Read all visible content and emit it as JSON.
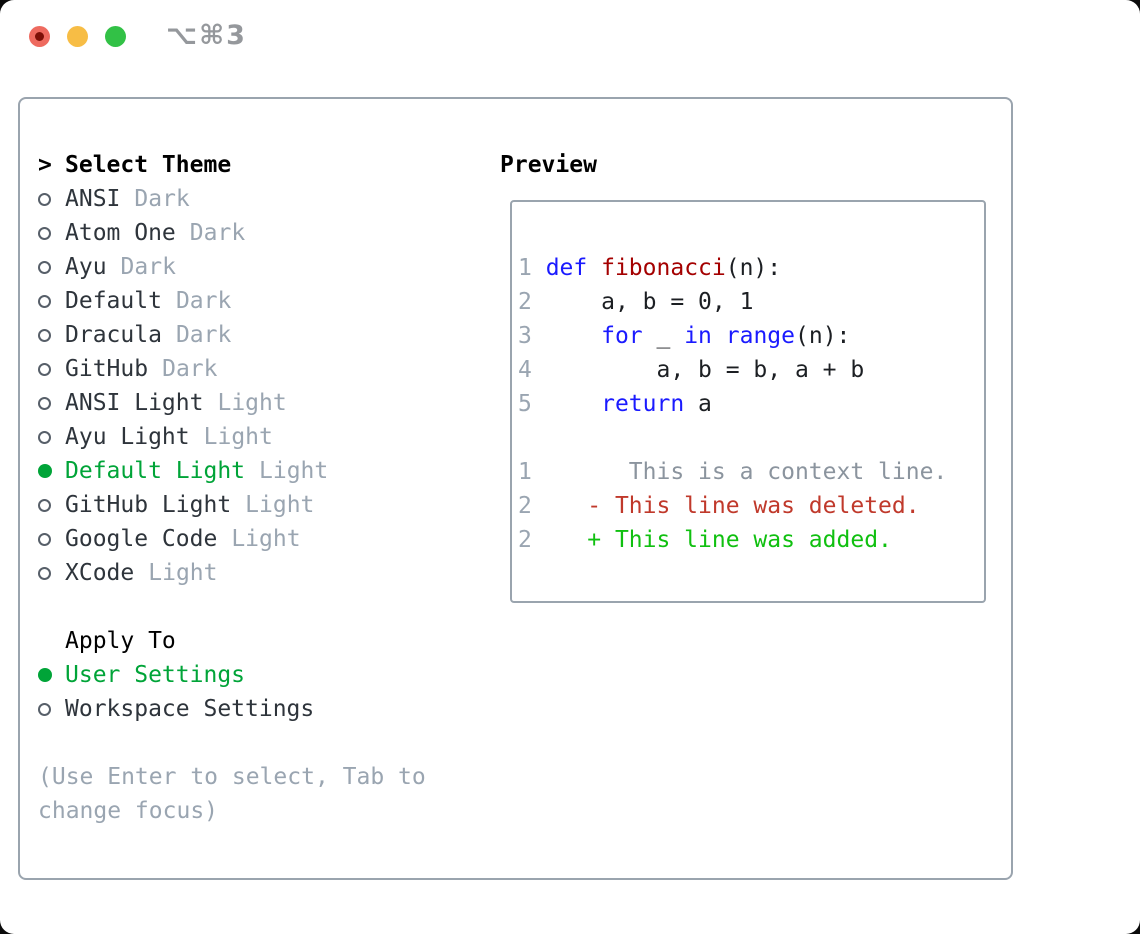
{
  "titlebar": {
    "title": "⌥⌘3"
  },
  "theme_list": {
    "prompt": ">",
    "header": "Select Theme",
    "items": [
      {
        "name": "ANSI",
        "tag": "Dark",
        "selected": false
      },
      {
        "name": "Atom One",
        "tag": "Dark",
        "selected": false
      },
      {
        "name": "Ayu",
        "tag": "Dark",
        "selected": false
      },
      {
        "name": "Default",
        "tag": "Dark",
        "selected": false
      },
      {
        "name": "Dracula",
        "tag": "Dark",
        "selected": false
      },
      {
        "name": "GitHub",
        "tag": "Dark",
        "selected": false
      },
      {
        "name": "ANSI Light",
        "tag": "Light",
        "selected": false
      },
      {
        "name": "Ayu Light",
        "tag": "Light",
        "selected": false
      },
      {
        "name": "Default Light",
        "tag": "Light",
        "selected": true
      },
      {
        "name": "GitHub Light",
        "tag": "Light",
        "selected": false
      },
      {
        "name": "Google Code",
        "tag": "Light",
        "selected": false
      },
      {
        "name": "XCode",
        "tag": "Light",
        "selected": false
      }
    ]
  },
  "apply_to": {
    "header": "Apply To",
    "items": [
      {
        "name": "User Settings",
        "selected": true
      },
      {
        "name": "Workspace Settings",
        "selected": false
      }
    ]
  },
  "help": {
    "line1": "(Use Enter to select, Tab to",
    "line2": "change focus)"
  },
  "preview": {
    "header": "Preview",
    "token_colors": {
      "ln": "#9aa5b1",
      "kw": "#1a1aff",
      "fn": "#a40000",
      "txt": "#1c1f23",
      "ctx": "#8b949e",
      "del": "#c0392b",
      "add": "#10c010"
    },
    "lines": [
      [
        [
          "ln",
          "1 "
        ],
        [
          "kw",
          "def"
        ],
        [
          "txt",
          " "
        ],
        [
          "fn",
          "fibonacci"
        ],
        [
          "txt",
          "(n):"
        ]
      ],
      [
        [
          "ln",
          "2 "
        ],
        [
          "txt",
          "    a, b = 0, 1"
        ]
      ],
      [
        [
          "ln",
          "3 "
        ],
        [
          "txt",
          "    "
        ],
        [
          "kw",
          "for"
        ],
        [
          "txt",
          " _ "
        ],
        [
          "kw",
          "in"
        ],
        [
          "txt",
          " "
        ],
        [
          "kw",
          "range"
        ],
        [
          "txt",
          "(n):"
        ]
      ],
      [
        [
          "ln",
          "4 "
        ],
        [
          "txt",
          "        a, b = b, a + b"
        ]
      ],
      [
        [
          "ln",
          "5 "
        ],
        [
          "txt",
          "    "
        ],
        [
          "kw",
          "return"
        ],
        [
          "txt",
          " a"
        ]
      ],
      [],
      [
        [
          "ln",
          "1"
        ],
        [
          "ctx",
          "       This is a context line."
        ]
      ],
      [
        [
          "ln",
          "2"
        ],
        [
          "del",
          "    - This line was deleted."
        ]
      ],
      [
        [
          "ln",
          "2"
        ],
        [
          "add",
          "    + This line was added."
        ]
      ]
    ]
  },
  "colors": {
    "page_bg": "#0b0b0b",
    "window_bg": "#ffffff",
    "panel_border": "#9aa4ae",
    "header_black": "#000000",
    "item_text": "#2e343b",
    "muted_gray": "#9aa5b1",
    "selection_green": "#00a438",
    "radio_outline": "#575f69",
    "traffic_red": "#ee6a5f",
    "traffic_red_dot": "#7d1007",
    "traffic_yellow": "#f7bd45",
    "traffic_green": "#32c146",
    "title_gray": "#95989c"
  }
}
